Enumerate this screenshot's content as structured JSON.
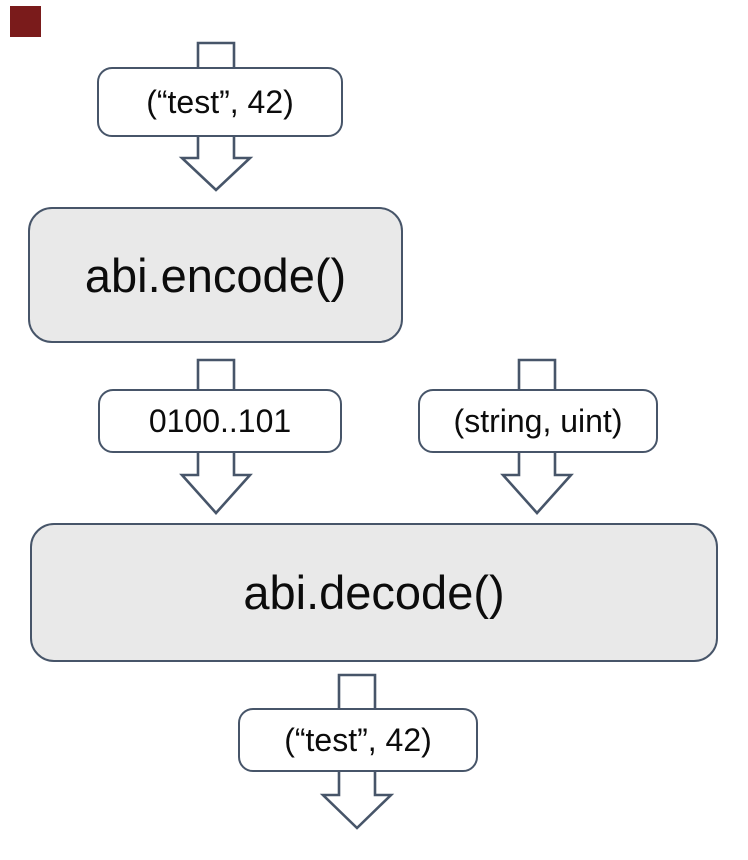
{
  "diagram": {
    "kind": "flowchart",
    "nodes": [
      {
        "id": "input-value",
        "label": "(“test”, 42)",
        "role": "input data tuple"
      },
      {
        "id": "abi-encode",
        "label": "abi.encode()",
        "role": "function"
      },
      {
        "id": "encoded-bytes",
        "label": "0100..101",
        "role": "encoded byte string"
      },
      {
        "id": "decode-types",
        "label": "(string, uint)",
        "role": "type tuple argument"
      },
      {
        "id": "abi-decode",
        "label": "abi.decode()",
        "role": "function"
      },
      {
        "id": "decoded-value",
        "label": "(“test”, 42)",
        "role": "decoded output tuple"
      }
    ],
    "edges": [
      {
        "from": "input-value",
        "to": "abi-encode"
      },
      {
        "from": "abi-encode",
        "to": "abi-decode",
        "via": "encoded-bytes"
      },
      {
        "from": "decode-types",
        "to": "abi-decode"
      },
      {
        "from": "abi-decode",
        "to": "output",
        "via": "decoded-value"
      }
    ],
    "colors": {
      "outline": "#475569",
      "function_fill": "#e9e9e9",
      "value_fill": "#ffffff",
      "text": "#0c0c0c",
      "background": "#ffffff",
      "corner_marker": "#7a1b1b"
    }
  }
}
